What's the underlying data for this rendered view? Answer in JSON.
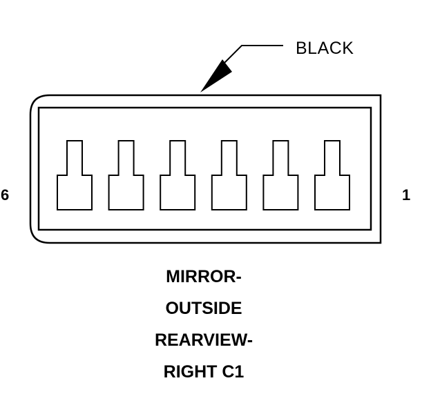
{
  "connector": {
    "color_label": "BLACK",
    "pin_numbers": {
      "left": "6",
      "right": "1"
    },
    "cavity_count": 6,
    "caption_lines": [
      "MIRROR-",
      "OUTSIDE",
      "REARVIEW-",
      "RIGHT C1"
    ]
  }
}
